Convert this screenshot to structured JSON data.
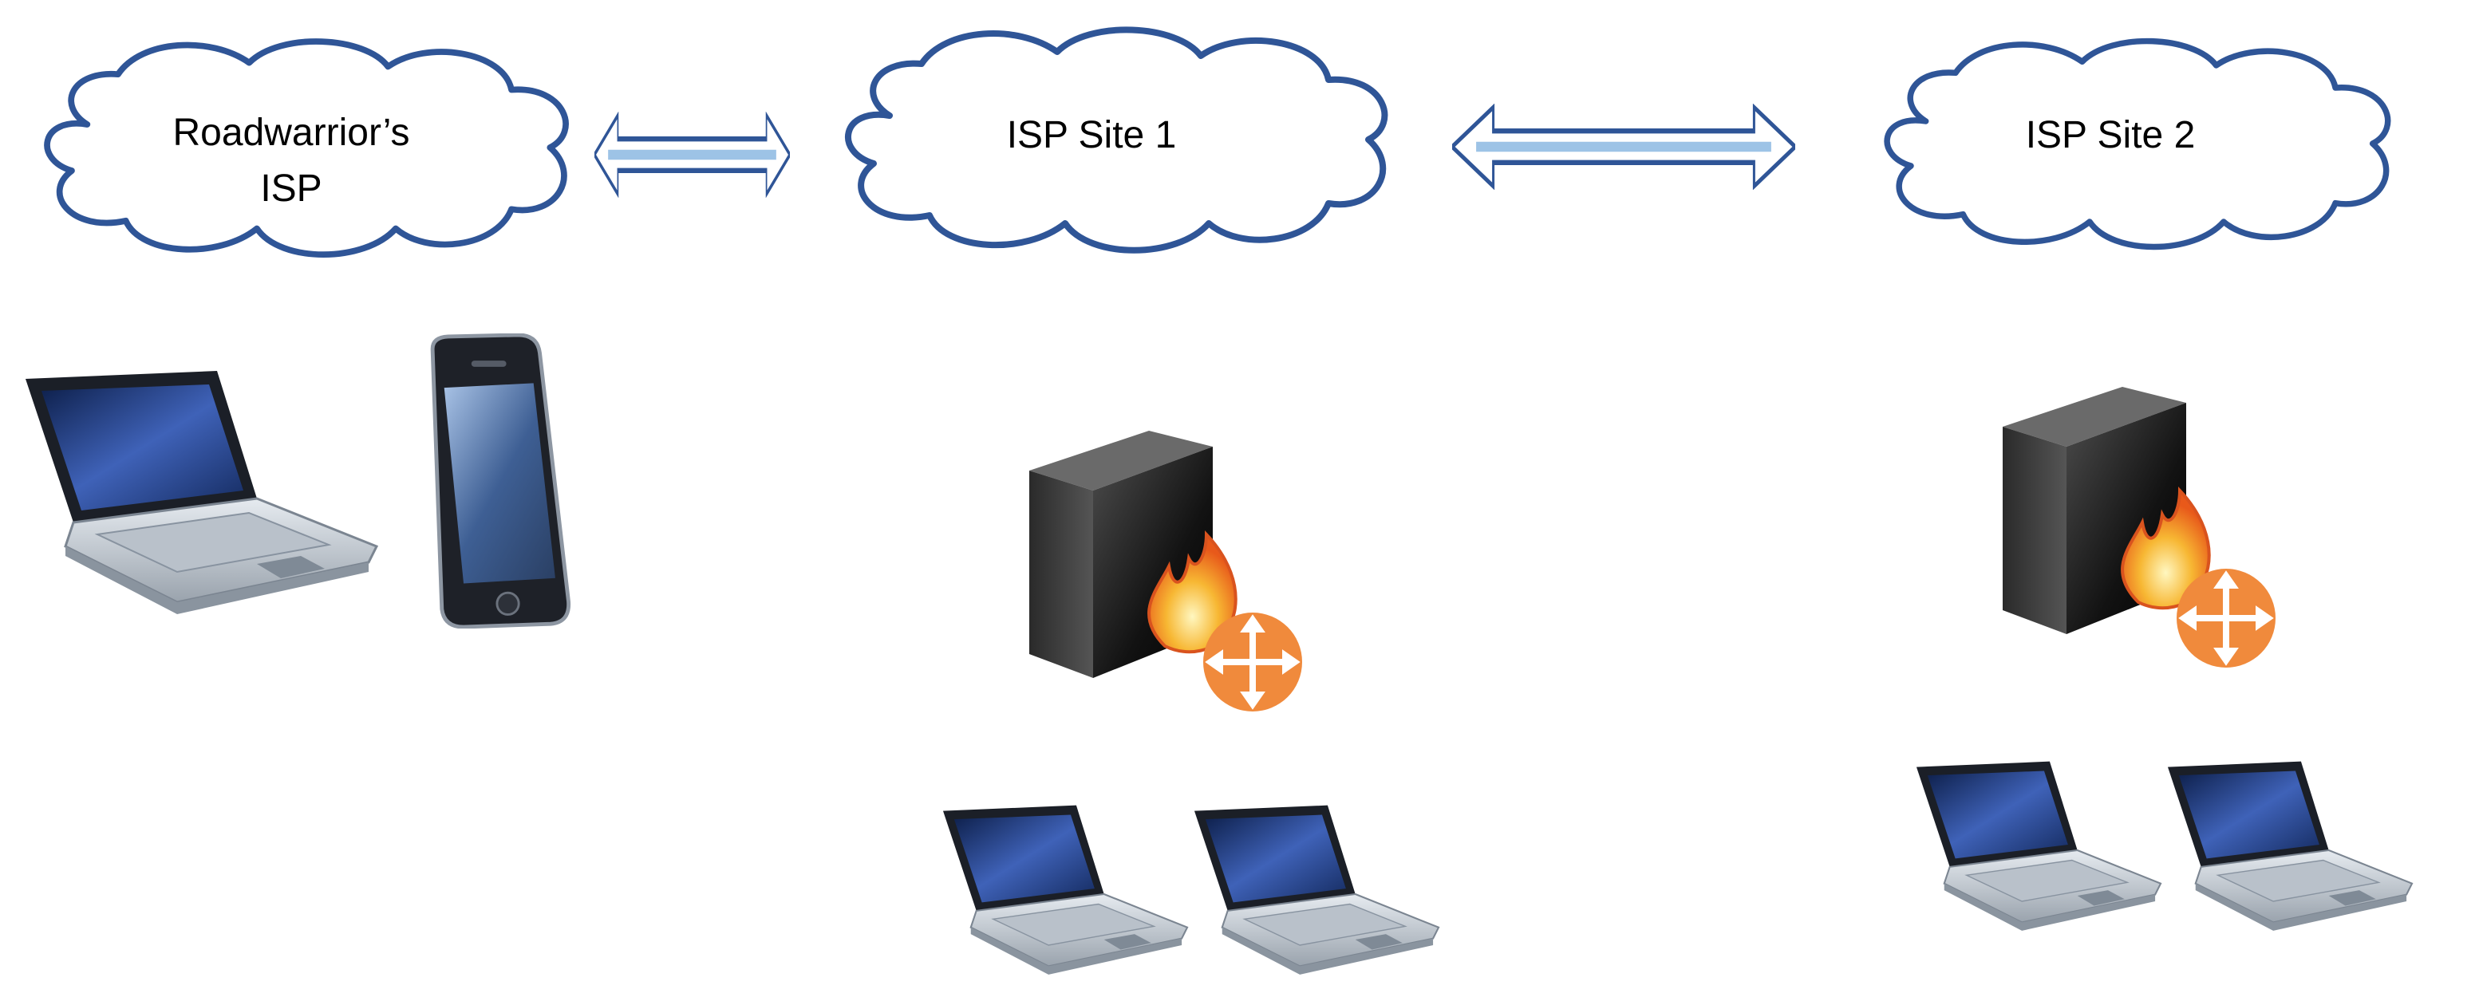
{
  "diagram": {
    "clouds": [
      {
        "id": "roadwarrior-isp",
        "lines": [
          "Roadwarrior’s",
          "ISP"
        ]
      },
      {
        "id": "isp-site-1",
        "lines": [
          "ISP Site 1"
        ]
      },
      {
        "id": "isp-site-2",
        "lines": [
          "ISP Site 2"
        ]
      }
    ],
    "connections": [
      {
        "from": "roadwarrior-isp",
        "to": "isp-site-1",
        "style": "double-headed-arrow"
      },
      {
        "from": "isp-site-1",
        "to": "isp-site-2",
        "style": "double-headed-arrow"
      }
    ],
    "devices": {
      "roadwarrior": [
        {
          "type": "laptop-icon"
        },
        {
          "type": "smartphone-icon"
        }
      ],
      "site1": [
        {
          "type": "firewall-router-icon"
        },
        {
          "type": "laptop-icon"
        },
        {
          "type": "laptop-icon"
        }
      ],
      "site2": [
        {
          "type": "firewall-router-icon"
        },
        {
          "type": "laptop-icon"
        },
        {
          "type": "laptop-icon"
        }
      ]
    },
    "colors": {
      "cloud_outline": "#2f5597",
      "arrow_outline": "#2f5597",
      "arrow_core": "#9dc3e6",
      "router_badge": "#f08a3c",
      "flame": "#f39c12"
    }
  }
}
